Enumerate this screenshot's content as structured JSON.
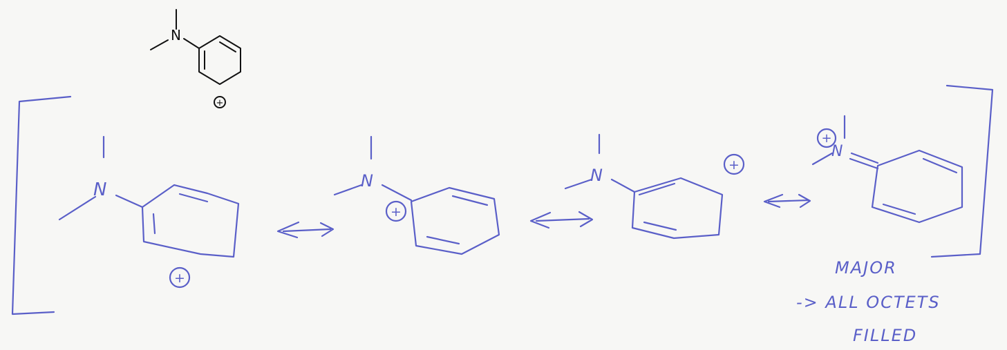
{
  "printed_structure": {
    "atom_label": "N",
    "charge_symbol": "+"
  },
  "resonance": {
    "atom_label": "N",
    "charge_symbol": "+"
  },
  "annotation": {
    "line1": "MAJOR",
    "line2": "-> ALL OCTETS",
    "line3": "FILLED"
  },
  "colors": {
    "ink": "#5a5fc8",
    "print": "#111111",
    "paper": "#f7f7f5"
  }
}
